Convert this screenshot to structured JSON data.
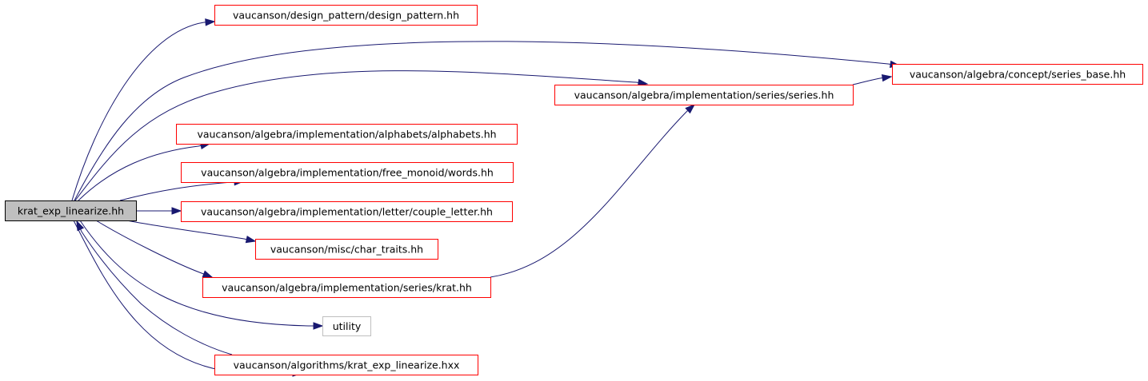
{
  "graph": {
    "edge_color": "#191970",
    "node_border_color": "#ff0000",
    "root_fill_color": "#bfbfbf",
    "external_border_color": "#bfbfbf",
    "nodes": [
      {
        "id": "root",
        "label": "krat_exp_linearize.hh",
        "kind": "root"
      },
      {
        "id": "design_pattern",
        "label": "vaucanson/design_pattern/design_pattern.hh",
        "kind": "header"
      },
      {
        "id": "series_base",
        "label": "vaucanson/algebra/concept/series_base.hh",
        "kind": "header"
      },
      {
        "id": "series",
        "label": "vaucanson/algebra/implementation/series/series.hh",
        "kind": "header"
      },
      {
        "id": "alphabets",
        "label": "vaucanson/algebra/implementation/alphabets/alphabets.hh",
        "kind": "header"
      },
      {
        "id": "words",
        "label": "vaucanson/algebra/implementation/free_monoid/words.hh",
        "kind": "header"
      },
      {
        "id": "couple_letter",
        "label": "vaucanson/algebra/implementation/letter/couple_letter.hh",
        "kind": "header"
      },
      {
        "id": "char_traits",
        "label": "vaucanson/misc/char_traits.hh",
        "kind": "header"
      },
      {
        "id": "krat",
        "label": "vaucanson/algebra/implementation/series/krat.hh",
        "kind": "header"
      },
      {
        "id": "utility",
        "label": "utility",
        "kind": "external"
      },
      {
        "id": "krat_hxx",
        "label": "vaucanson/algorithms/krat_exp_linearize.hxx",
        "kind": "header"
      }
    ],
    "edges": [
      {
        "from": "root",
        "to": "design_pattern"
      },
      {
        "from": "root",
        "to": "series_base"
      },
      {
        "from": "root",
        "to": "series"
      },
      {
        "from": "root",
        "to": "alphabets"
      },
      {
        "from": "root",
        "to": "words"
      },
      {
        "from": "root",
        "to": "couple_letter"
      },
      {
        "from": "root",
        "to": "char_traits"
      },
      {
        "from": "root",
        "to": "krat"
      },
      {
        "from": "root",
        "to": "utility"
      },
      {
        "from": "root",
        "to": "krat_hxx"
      },
      {
        "from": "series",
        "to": "series_base"
      },
      {
        "from": "krat",
        "to": "series"
      },
      {
        "from": "krat_hxx",
        "to": "root"
      }
    ]
  }
}
